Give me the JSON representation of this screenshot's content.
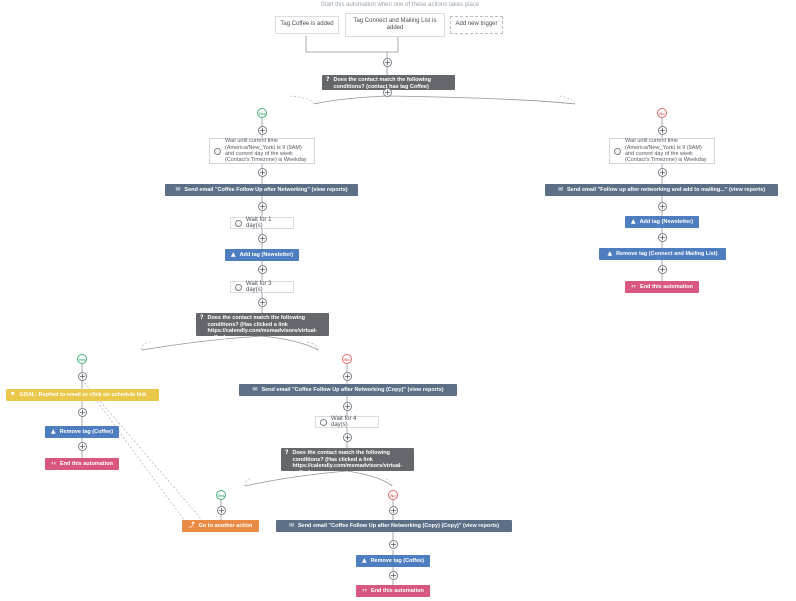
{
  "header": {
    "hint": "Start this automation when one of these actions takes place"
  },
  "triggers": [
    {
      "label": "Tag Coffee is added"
    },
    {
      "label": "Tag Connect and Mailing List is added"
    },
    {
      "label": "Add new trigger"
    }
  ],
  "branch_labels": {
    "yes": "Yes",
    "no": "No"
  },
  "nodes": {
    "cond1": "Does the contact match the following conditions? (contact has tag Coffee)",
    "wait_time_yes": "Wait until current time (America/New_York) is 9 (9AM) and current day of the week (Contact's Timezone) is Weekday",
    "wait_time_no": "Wait until current time (America/New_York) is 9 (9AM) and current day of the week (Contact's Timezone) is Weekday",
    "email1": "Send email \"Coffee Follow Up after Networking\" (view reports)",
    "email_no": "Send email \"Follow up after networking and add to mailing...\" (view reports)",
    "wait1": "Wait for 1 day(s)",
    "addtag1": "Add tag (Newsletter)",
    "addtag_no": "Add tag (Newsletter)",
    "removetag_no": "Remove tag (Connect and Mailing List)",
    "end_no": "End this automation",
    "wait3": "Wait for 3 day(s)",
    "cond2": "Does the contact match the following conditions? (Has clicked a link https://calendly.com/msmadvisors/virtual-coffee)",
    "goal": "GOAL: Replied to email or click on schedule link",
    "removetag_coffee1": "Remove tag (Coffee)",
    "end1": "End this automation",
    "email2": "Send email \"Coffee Follow Up after Networking (Copy)\" (view reports)",
    "wait4": "Wait for 4 day(s)",
    "cond3": "Does the contact match the following conditions? (Has clicked a link https://calendly.com/msmadvisors/virtual-coffee)",
    "goto": "Go to another action",
    "email3": "Send email \"Coffee Follow Up after Networking (Copy) (Copy)\" (view reports)",
    "removetag_coffee2": "Remove tag (Coffee)",
    "end2": "End this automation"
  },
  "icons": {
    "plus": "+",
    "question": "?",
    "email": "✉",
    "tag": "▲",
    "end": "‹›",
    "goal": "⚑",
    "goto": "⤴"
  },
  "colors": {
    "condition": "#64686d",
    "email": "#5c6f87",
    "tag": "#4f7ec0",
    "end": "#d95880",
    "goal": "#e9c84b",
    "goto": "#e98a45",
    "yes": "#46b07a",
    "no": "#e36a6a"
  }
}
